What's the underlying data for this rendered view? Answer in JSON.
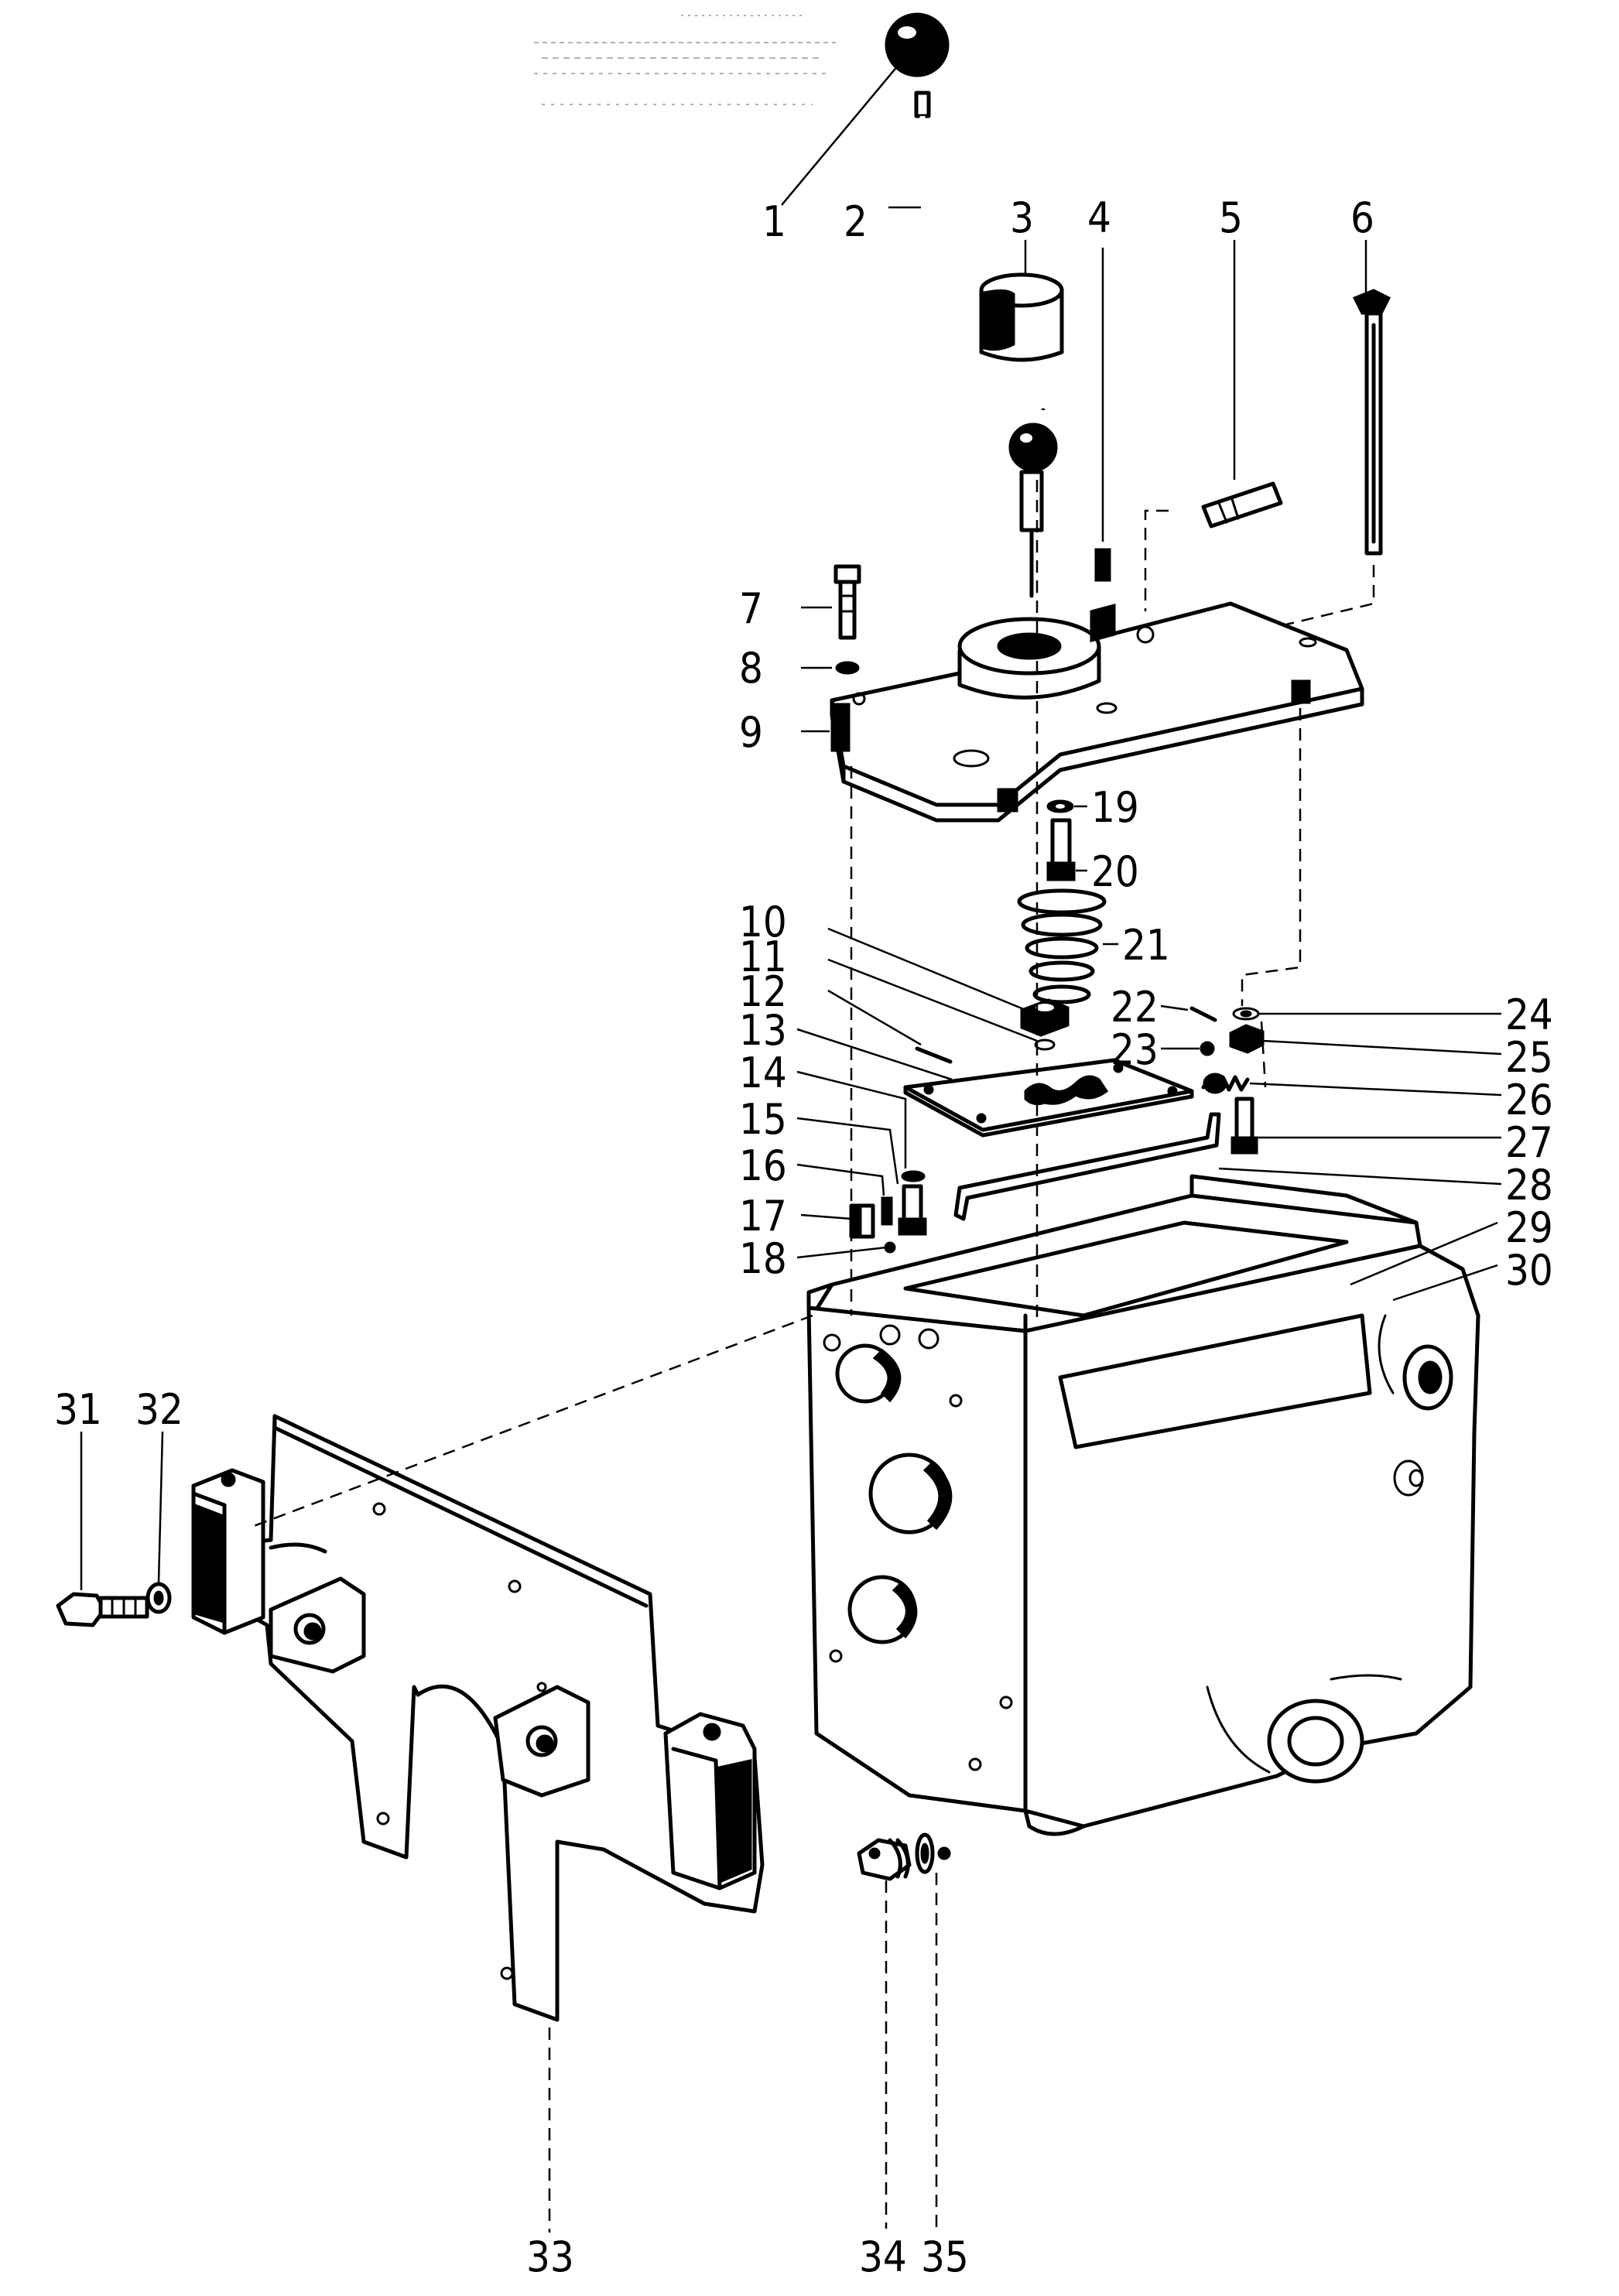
{
  "callouts": {
    "c1": "1",
    "c2": "2",
    "c3": "3",
    "c4": "4",
    "c5": "5",
    "c6": "6",
    "c7": "7",
    "c8": "8",
    "c9": "9",
    "c10": "10",
    "c11": "11",
    "c12": "12",
    "c13": "13",
    "c14": "14",
    "c15": "15",
    "c16": "16",
    "c17": "17",
    "c18": "18",
    "c19": "19",
    "c20": "20",
    "c21": "21",
    "c22": "22",
    "c23": "23",
    "c24": "24",
    "c25": "25",
    "c26": "26",
    "c27": "27",
    "c28": "28",
    "c29": "29",
    "c30": "30",
    "c31": "31",
    "c32": "32",
    "c33": "33",
    "c34": "34",
    "c35": "35"
  }
}
